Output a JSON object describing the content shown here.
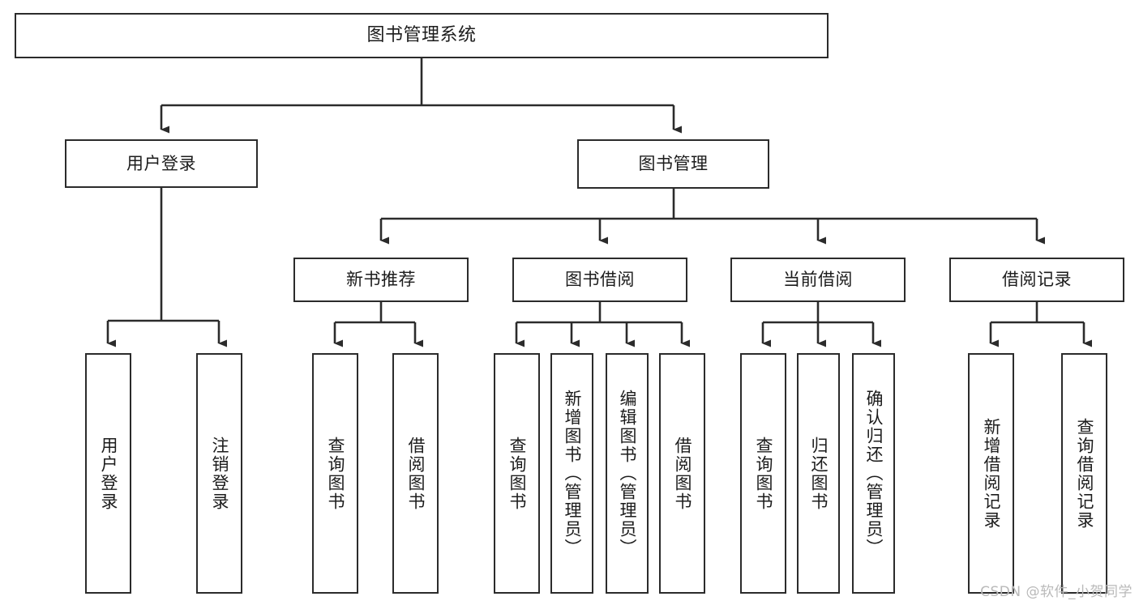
{
  "diagram": {
    "type": "tree",
    "title": "图书管理系统",
    "watermark": "CSDN @软件_小贺同学",
    "colors": {
      "box_border": "#2b2b2b",
      "box_fill": "#ffffff",
      "connector": "#2b2b2b",
      "text": "#1c1c1c",
      "watermark": "#b9b9b9"
    },
    "nodes": {
      "root": {
        "label": "图书管理系统",
        "level": 1,
        "orientation": "horizontal"
      },
      "l2": [
        {
          "label": "用户登录",
          "level": 2,
          "orientation": "horizontal"
        },
        {
          "label": "图书管理",
          "level": 2,
          "orientation": "horizontal"
        }
      ],
      "l3": [
        {
          "label": "新书推荐",
          "level": 3,
          "orientation": "horizontal"
        },
        {
          "label": "图书借阅",
          "level": 3,
          "orientation": "horizontal"
        },
        {
          "label": "当前借阅",
          "level": 3,
          "orientation": "horizontal"
        },
        {
          "label": "借阅记录",
          "level": 3,
          "orientation": "horizontal"
        }
      ],
      "leaves": [
        {
          "label": "用户登录",
          "parent": "用户登录",
          "orientation": "vertical"
        },
        {
          "label": "注销登录",
          "parent": "用户登录",
          "orientation": "vertical"
        },
        {
          "label": "查询图书",
          "parent": "新书推荐",
          "orientation": "vertical"
        },
        {
          "label": "借阅图书",
          "parent": "新书推荐",
          "orientation": "vertical"
        },
        {
          "label": "查询图书",
          "parent": "图书借阅",
          "orientation": "vertical"
        },
        {
          "label": "新增图书（管理员）",
          "parent": "图书借阅",
          "orientation": "vertical"
        },
        {
          "label": "编辑图书（管理员）",
          "parent": "图书借阅",
          "orientation": "vertical"
        },
        {
          "label": "借阅图书",
          "parent": "图书借阅",
          "orientation": "vertical"
        },
        {
          "label": "查询图书",
          "parent": "当前借阅",
          "orientation": "vertical"
        },
        {
          "label": "归还图书",
          "parent": "当前借阅",
          "orientation": "vertical"
        },
        {
          "label": "确认归还（管理员）",
          "parent": "当前借阅",
          "orientation": "vertical"
        },
        {
          "label": "新增借阅记录",
          "parent": "借阅记录",
          "orientation": "vertical"
        },
        {
          "label": "查询借阅记录",
          "parent": "借阅记录",
          "orientation": "vertical"
        }
      ]
    }
  }
}
